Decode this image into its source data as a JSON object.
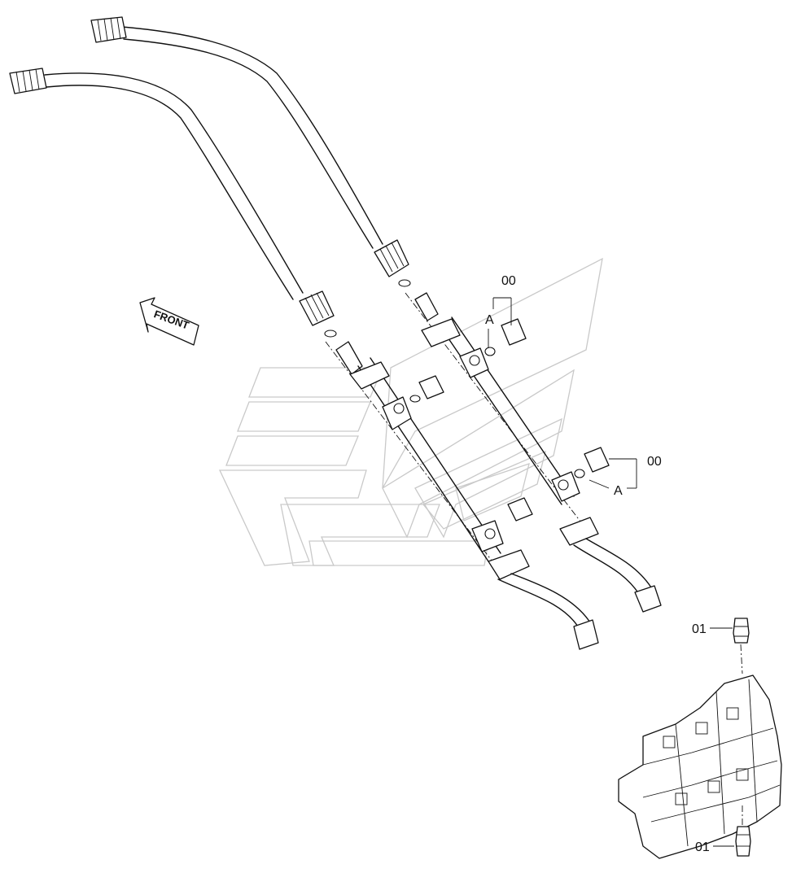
{
  "labels": {
    "front": "FRONT",
    "callout_00_upper": "00",
    "callout_a_upper": "A",
    "callout_00_right": "00",
    "callout_a_right": "A",
    "callout_01_top": "01",
    "callout_01_bottom": "01"
  },
  "colors": {
    "line": "#111111",
    "watermark": "#c9c9c9",
    "background": "#ffffff"
  }
}
